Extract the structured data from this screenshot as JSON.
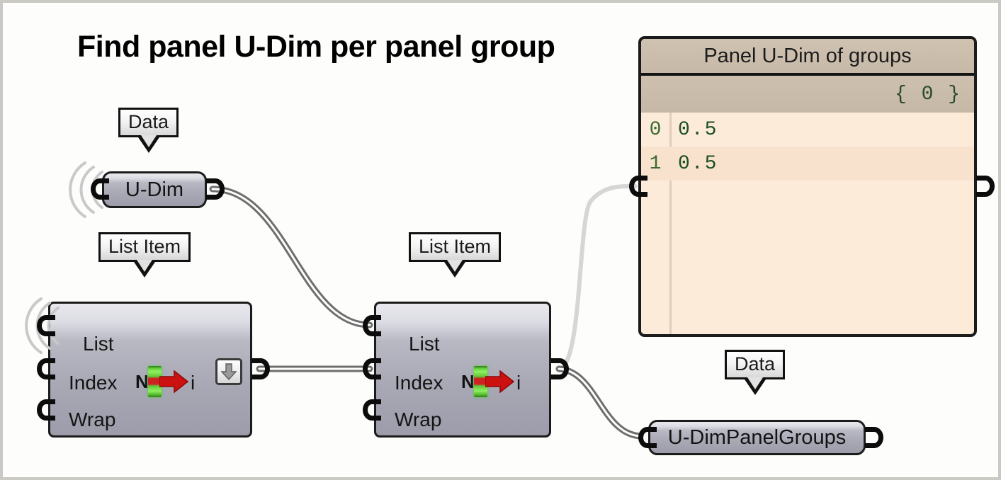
{
  "canvas": {
    "title": "Find panel U-Dim per panel group",
    "background_color": "#fdfdfb",
    "border_color": "#cbc9c3"
  },
  "callouts": [
    {
      "id": "callout-data-udim",
      "label": "Data"
    },
    {
      "id": "callout-listitem-1",
      "label": "List Item"
    },
    {
      "id": "callout-listitem-2",
      "label": "List Item"
    },
    {
      "id": "callout-data-output",
      "label": "Data"
    }
  ],
  "nodes": {
    "udim_param": {
      "name": "U-Dim",
      "type": "parameter",
      "wireless_receiver": true
    },
    "list_item_1": {
      "name": "List Item",
      "type": "component",
      "wireless_receiver": true,
      "inputs": [
        "List",
        "Index",
        "Wrap"
      ],
      "outputs": [
        "i"
      ],
      "icon": "list-item-icon",
      "has_flatten_button": true,
      "flatten_icon": "arrow-down-icon"
    },
    "list_item_2": {
      "name": "List Item",
      "type": "component",
      "wireless_receiver": false,
      "inputs": [
        "List",
        "Index",
        "Wrap"
      ],
      "outputs": [
        "i"
      ],
      "icon": "list-item-icon",
      "has_flatten_button": false
    },
    "output_param": {
      "name": "U-DimPanelGroups",
      "type": "parameter",
      "wireless_receiver": false
    }
  },
  "panel": {
    "title": "Panel U-Dim of groups",
    "branch": "{ 0 }",
    "rows": [
      {
        "index": "0",
        "value": "0.5"
      },
      {
        "index": "1",
        "value": "0.5"
      }
    ],
    "colors": {
      "header": "#c7b9a7",
      "branch": "#c6b8a6",
      "body": "#fdebd9",
      "text": "#1d5025"
    }
  },
  "wires": {
    "list_wire_color": "#6e6e6e",
    "panel_wire_color": "#d4d4d4"
  }
}
